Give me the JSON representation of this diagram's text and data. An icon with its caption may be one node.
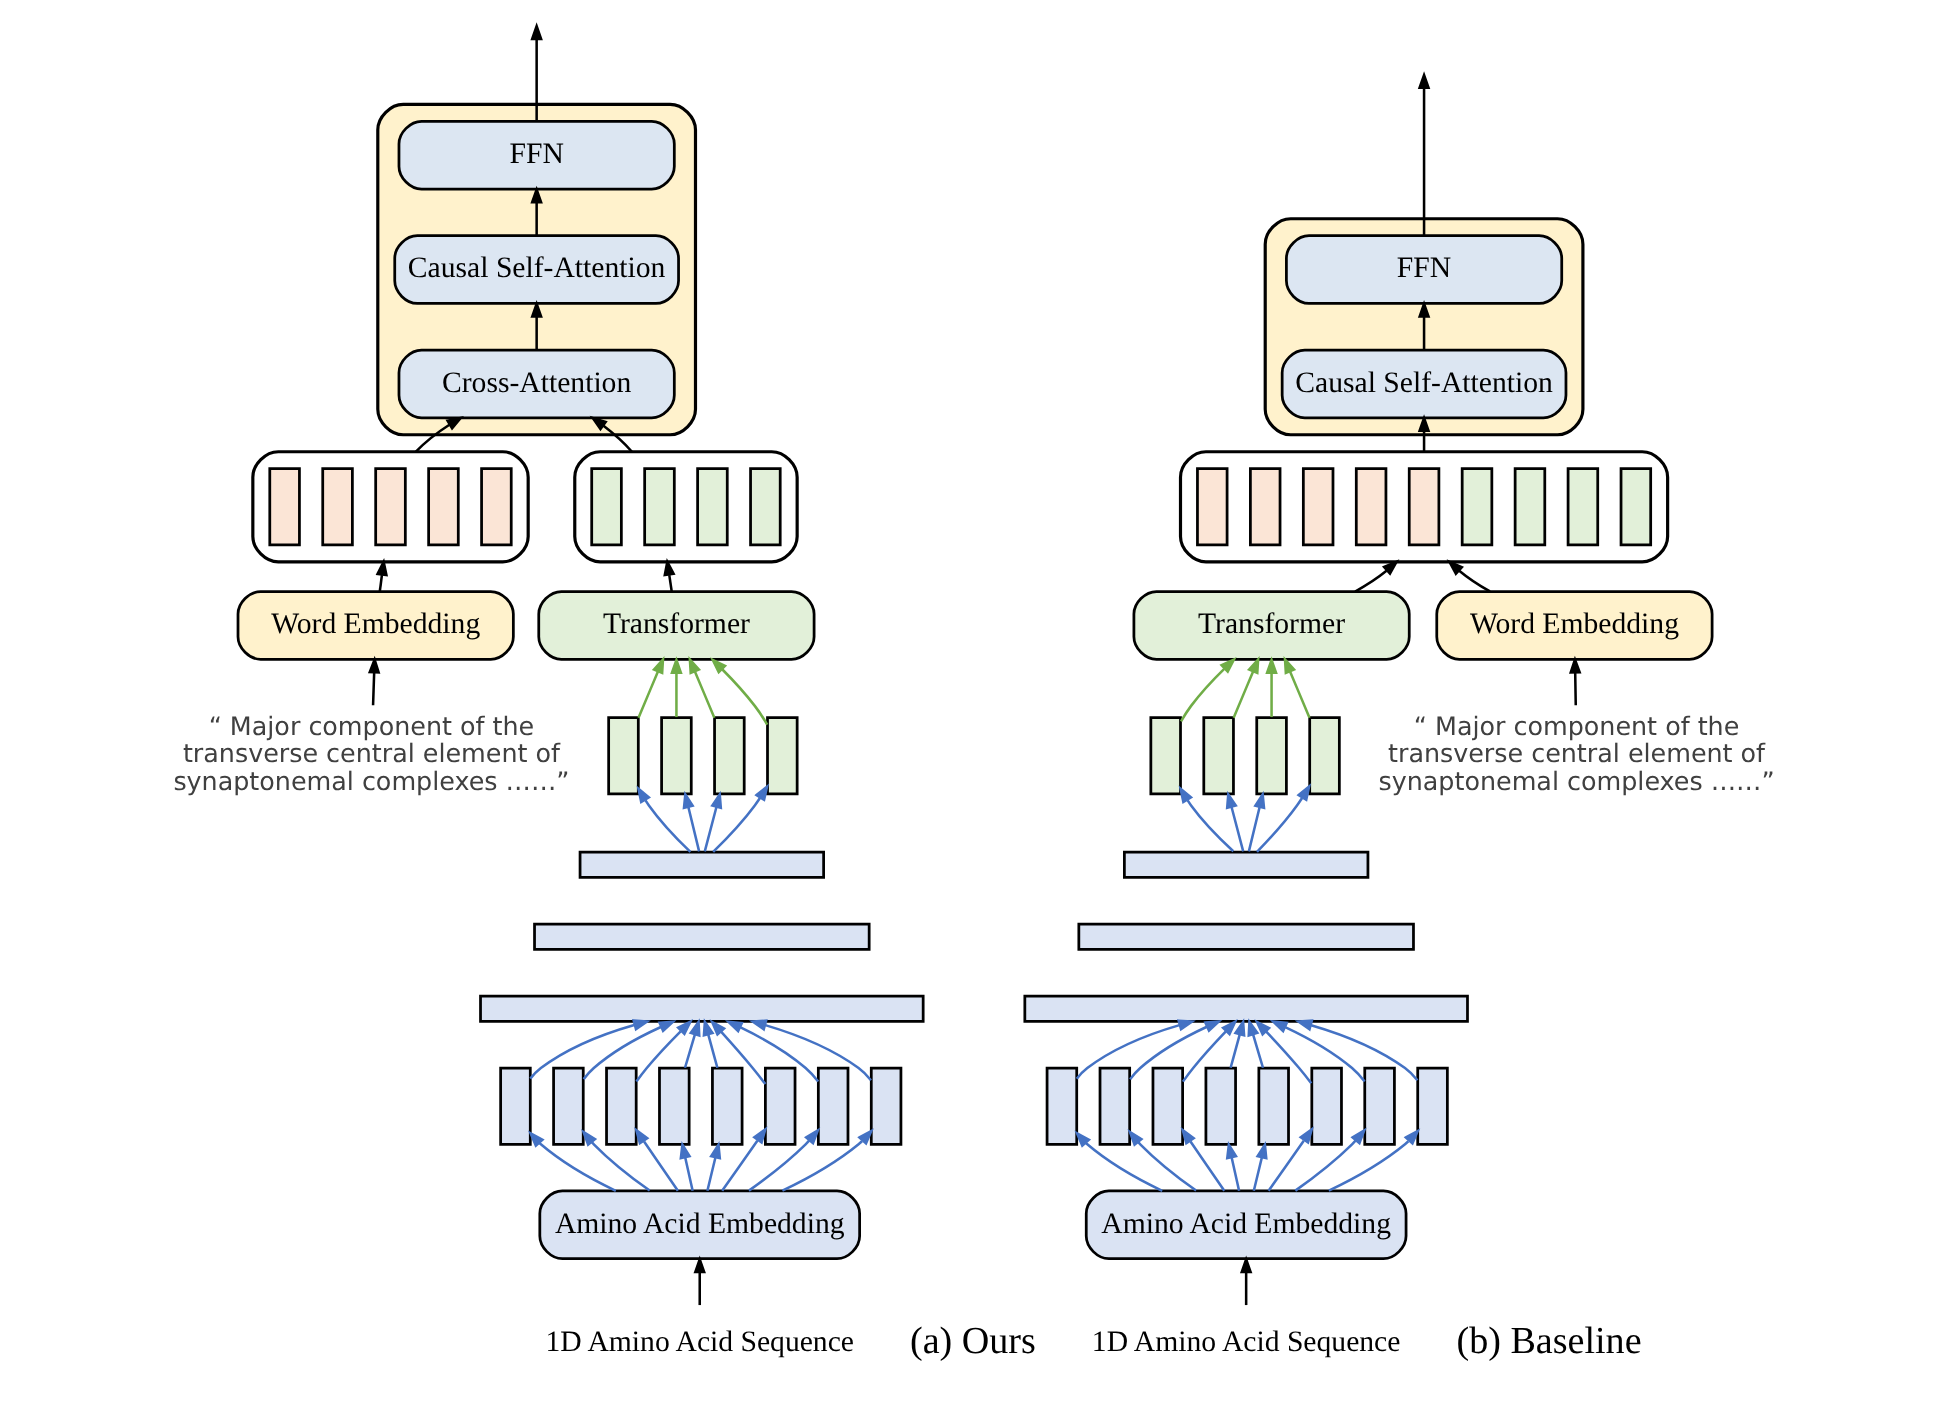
{
  "diagram": {
    "nodes": [
      {
        "text": [],
        "shape": "box"
      },
      {
        "text": [
          "FFN"
        ],
        "in": 0
      },
      {
        "text": [
          "Causal Self-Attention"
        ],
        "in": 0
      },
      {
        "text": [
          "Cross-Attention"
        ],
        "in": 0
      },
      {
        "text": [],
        "shape": "box"
      },
      {
        "text": [],
        "shape": "bar",
        "in": 4
      },
      {
        "text": [],
        "shape": "bar",
        "in": 4
      },
      {
        "text": [],
        "shape": "bar",
        "in": 4
      },
      {
        "text": [],
        "shape": "bar",
        "in": 4
      },
      {
        "text": [],
        "shape": "bar",
        "in": 4
      },
      {
        "text": [
          "Word Embedding"
        ]
      },
      {
        "text": [
          "“ Major component of the transverse central element of synaptonemal complexes ……”"
        ]
      },
      {
        "text": [],
        "shape": "box"
      },
      {
        "text": [],
        "shape": "bar",
        "in": 12
      },
      {
        "text": [],
        "shape": "bar",
        "in": 12
      },
      {
        "text": [],
        "shape": "bar",
        "in": 12
      },
      {
        "text": [],
        "shape": "bar",
        "in": 12
      },
      {
        "text": [
          "Transformer"
        ]
      },
      {
        "text": [],
        "shape": "bar"
      },
      {
        "text": [],
        "shape": "bar"
      },
      {
        "text": [],
        "shape": "bar"
      },
      {
        "text": [],
        "shape": "bar"
      },
      {
        "text": [],
        "shape": "bar"
      },
      {
        "text": [],
        "shape": "bar"
      },
      {
        "text": [],
        "shape": "bar"
      },
      {
        "text": [],
        "shape": "bar"
      },
      {
        "text": [],
        "shape": "bar"
      },
      {
        "text": [],
        "shape": "bar"
      },
      {
        "text": [],
        "shape": "bar"
      },
      {
        "text": [],
        "shape": "bar"
      },
      {
        "text": [],
        "shape": "bar"
      },
      {
        "text": [],
        "shape": "bar"
      },
      {
        "text": [],
        "shape": "bar"
      },
      {
        "text": [
          "Amino Acid Embedding"
        ]
      },
      {
        "text": [
          "1D Amino Acid Sequence"
        ]
      },
      {
        "text": [],
        "shape": "box"
      },
      {
        "text": [
          "FFN"
        ],
        "in": 35
      },
      {
        "text": [
          "Causal Self-Attention"
        ],
        "in": 35
      },
      {
        "text": [],
        "shape": "box"
      },
      {
        "text": [],
        "shape": "bar",
        "in": 38
      },
      {
        "text": [],
        "shape": "bar",
        "in": 38
      },
      {
        "text": [],
        "shape": "bar",
        "in": 38
      },
      {
        "text": [],
        "shape": "bar",
        "in": 38
      },
      {
        "text": [],
        "shape": "bar",
        "in": 38
      },
      {
        "text": [],
        "shape": "bar",
        "in": 38
      },
      {
        "text": [],
        "shape": "bar",
        "in": 38
      },
      {
        "text": [],
        "shape": "bar",
        "in": 38
      },
      {
        "text": [],
        "shape": "bar",
        "in": 38
      },
      {
        "text": [
          "Transformer"
        ]
      },
      {
        "text": [
          "Word Embedding"
        ]
      },
      {
        "text": [
          "“ Major component of the transverse central element of synaptonemal complexes ……”"
        ]
      },
      {
        "text": [],
        "shape": "bar"
      },
      {
        "text": [],
        "shape": "bar"
      },
      {
        "text": [],
        "shape": "bar"
      },
      {
        "text": [],
        "shape": "bar"
      },
      {
        "text": [],
        "shape": "bar"
      },
      {
        "text": [],
        "shape": "bar"
      },
      {
        "text": [],
        "shape": "bar"
      },
      {
        "text": [],
        "shape": "bar"
      },
      {
        "text": [],
        "shape": "bar"
      },
      {
        "text": [],
        "shape": "bar"
      },
      {
        "text": [],
        "shape": "bar"
      },
      {
        "text": [],
        "shape": "bar"
      },
      {
        "text": [],
        "shape": "bar"
      },
      {
        "text": [],
        "shape": "bar"
      },
      {
        "text": [],
        "shape": "bar"
      },
      {
        "text": [
          "Amino Acid Embedding"
        ]
      },
      {
        "text": [
          "1D Amino Acid Sequence"
        ]
      }
    ],
    "edges": [
      {
        "from": 1,
        "to": null,
        "arrow": "to",
        "color": "#000000"
      },
      {
        "from": 2,
        "to": 1,
        "arrow": "to",
        "color": "#000000"
      },
      {
        "from": 3,
        "to": 2,
        "arrow": "to",
        "color": "#000000"
      },
      {
        "from": 4,
        "to": 3,
        "arrow": "to",
        "color": "#000000"
      },
      {
        "from": 10,
        "to": 4,
        "arrow": "to",
        "color": "#000000"
      },
      {
        "from": 11,
        "to": 10,
        "arrow": "to",
        "color": "#000000"
      },
      {
        "from": 12,
        "to": 3,
        "arrow": "to",
        "color": "#000000"
      },
      {
        "from": 17,
        "to": 12,
        "arrow": "to",
        "color": "#000000"
      },
      {
        "from": 18,
        "to": 17,
        "arrow": "to",
        "color": "#70ad47"
      },
      {
        "from": 19,
        "to": 17,
        "arrow": "to",
        "color": "#70ad47"
      },
      {
        "from": 20,
        "to": 17,
        "arrow": "to",
        "color": "#70ad47"
      },
      {
        "from": 21,
        "to": 17,
        "arrow": "to",
        "color": "#70ad47"
      },
      {
        "from": 22,
        "to": 18,
        "arrow": "to"
      },
      {
        "from": 22,
        "to": 19,
        "arrow": "to"
      },
      {
        "from": 22,
        "to": 20,
        "arrow": "to"
      },
      {
        "from": 22,
        "to": 21,
        "arrow": "to"
      },
      {
        "from": 25,
        "to": 24,
        "arrow": "to"
      },
      {
        "from": 26,
        "to": 24,
        "arrow": "to"
      },
      {
        "from": 27,
        "to": 24,
        "arrow": "to"
      },
      {
        "from": 28,
        "to": 24,
        "arrow": "to"
      },
      {
        "from": 29,
        "to": 24,
        "arrow": "to"
      },
      {
        "from": 30,
        "to": 24,
        "arrow": "to"
      },
      {
        "from": 31,
        "to": 24,
        "arrow": "to"
      },
      {
        "from": 32,
        "to": 24,
        "arrow": "to"
      },
      {
        "from": 33,
        "to": 25,
        "arrow": "to"
      },
      {
        "from": 33,
        "to": 26,
        "arrow": "to"
      },
      {
        "from": 33,
        "to": 27,
        "arrow": "to"
      },
      {
        "from": 33,
        "to": 28,
        "arrow": "to"
      },
      {
        "from": 33,
        "to": 29,
        "arrow": "to"
      },
      {
        "from": 33,
        "to": 30,
        "arrow": "to"
      },
      {
        "from": 33,
        "to": 31,
        "arrow": "to"
      },
      {
        "from": 33,
        "to": 32,
        "arrow": "to"
      },
      {
        "from": 34,
        "to": 33,
        "arrow": "to",
        "color": "#000000"
      },
      {
        "from": 36,
        "to": null,
        "arrow": "to",
        "color": "#000000"
      },
      {
        "from": 37,
        "to": 36,
        "arrow": "to",
        "color": "#000000"
      },
      {
        "from": 38,
        "to": 37,
        "arrow": "to",
        "color": "#000000"
      },
      {
        "from": 48,
        "to": 38,
        "arrow": "to",
        "color": "#000000"
      },
      {
        "from": 49,
        "to": 38,
        "arrow": "to",
        "color": "#000000"
      },
      {
        "from": 50,
        "to": 49,
        "arrow": "to",
        "color": "#000000"
      },
      {
        "from": 51,
        "to": 48,
        "arrow": "to",
        "color": "#70ad47"
      },
      {
        "from": 52,
        "to": 48,
        "arrow": "to",
        "color": "#70ad47"
      },
      {
        "from": 53,
        "to": 48,
        "arrow": "to",
        "color": "#70ad47"
      },
      {
        "from": 54,
        "to": 48,
        "arrow": "to",
        "color": "#70ad47"
      },
      {
        "from": 55,
        "to": 51,
        "arrow": "to"
      },
      {
        "from": 55,
        "to": 52,
        "arrow": "to"
      },
      {
        "from": 55,
        "to": 53,
        "arrow": "to"
      },
      {
        "from": 55,
        "to": 54,
        "arrow": "to"
      },
      {
        "from": 58,
        "to": 57,
        "arrow": "to"
      },
      {
        "from": 59,
        "to": 57,
        "arrow": "to"
      },
      {
        "from": 60,
        "to": 57,
        "arrow": "to"
      },
      {
        "from": 61,
        "to": 57,
        "arrow": "to"
      },
      {
        "from": 62,
        "to": 57,
        "arrow": "to"
      },
      {
        "from": 63,
        "to": 57,
        "arrow": "to"
      },
      {
        "from": 64,
        "to": 57,
        "arrow": "to"
      },
      {
        "from": 65,
        "to": 57,
        "arrow": "to"
      },
      {
        "from": 66,
        "to": 58,
        "arrow": "to"
      },
      {
        "from": 66,
        "to": 59,
        "arrow": "to"
      },
      {
        "from": 66,
        "to": 60,
        "arrow": "to"
      },
      {
        "from": 66,
        "to": 61,
        "arrow": "to"
      },
      {
        "from": 66,
        "to": 62,
        "arrow": "to"
      },
      {
        "from": 66,
        "to": 63,
        "arrow": "to"
      },
      {
        "from": 66,
        "to": 64,
        "arrow": "to"
      },
      {
        "from": 66,
        "to": 65,
        "arrow": "to"
      },
      {
        "from": 67,
        "to": 66,
        "arrow": "to",
        "color": "#000000"
      }
    ],
    "labels": [
      "(a) Ours",
      "(b) Baseline"
    ]
  }
}
